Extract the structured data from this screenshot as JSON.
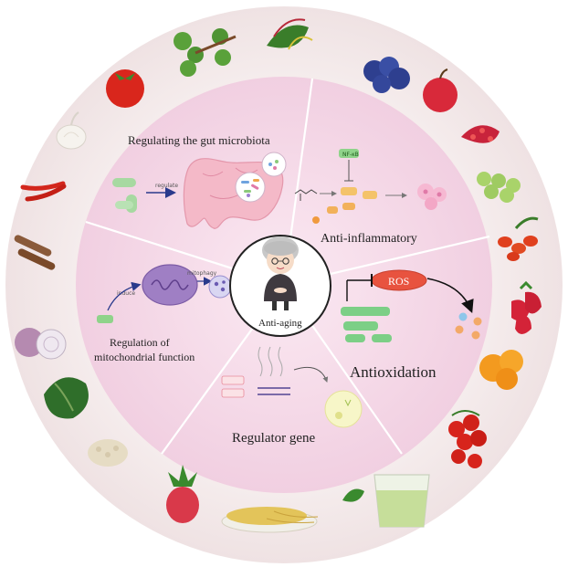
{
  "center": {
    "label": "Anti-aging"
  },
  "sectors": {
    "gut": {
      "title": "Regulating the gut microbiota",
      "regulate": "regulate"
    },
    "inflammation": {
      "title": "Anti-inflammatory",
      "nfkb": "NF-κB",
      "nfkb_inner": "NF-κB"
    },
    "oxidation": {
      "title": "Antioxidation",
      "ros": "ROS"
    },
    "gene": {
      "title": "Regulator gene"
    },
    "mito": {
      "title_line1": "Regulation of",
      "title_line2": "mitochondrial function",
      "induce": "induce",
      "mitophagy": "mitophagy"
    }
  },
  "colors": {
    "outer_ring": "#f3eaea",
    "inner_disk": "#f3d6e6",
    "ros": "#e8533f",
    "arrow_blue": "#2a3a8c",
    "microbe_green": "#9fd49a"
  },
  "foods": [
    "tomato-icon",
    "broccoli-icon",
    "leafy-greens-icon",
    "blueberry-icon",
    "apple-icon",
    "raspberry-icon",
    "grapes-icon",
    "goji-berry-icon",
    "strawberry-icon",
    "orange-icon",
    "cherry-tomato-icon",
    "green-juice-icon",
    "grain-icon",
    "pineapple-icon",
    "beans-icon",
    "kale-icon",
    "onion-icon",
    "cinnamon-icon",
    "chili-icon",
    "garlic-icon"
  ]
}
